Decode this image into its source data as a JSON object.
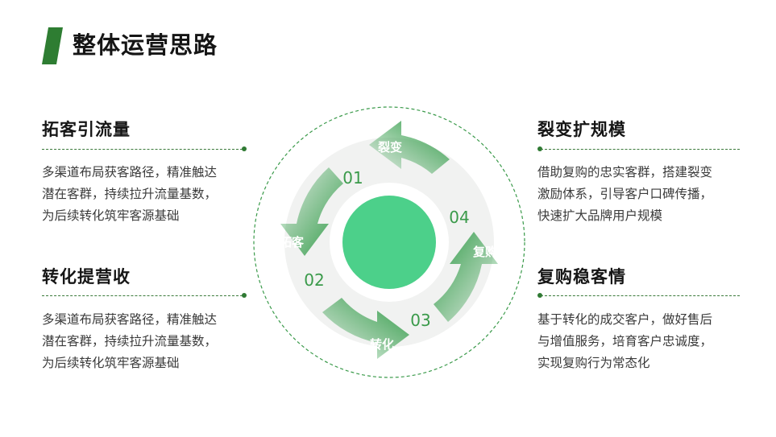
{
  "page": {
    "title": "整体运营思路",
    "accent_color": "#2e7d32",
    "light_accent_color": "#4cd08a"
  },
  "sections": {
    "acquire": {
      "heading": "拓客引流量",
      "lines": [
        "多渠道布局获客路径，精准触达",
        "潜在客群，持续拉升流量基数，",
        "为后续转化筑牢客源基础"
      ]
    },
    "convert": {
      "heading": "转化提营收",
      "lines": [
        "多渠道布局获客路径，精准触达",
        "潜在客群，持续拉升流量基数，",
        "为后续转化筑牢客源基础"
      ]
    },
    "fission": {
      "heading": "裂变扩规模",
      "lines": [
        "借助复购的忠实客群，搭建裂变",
        "激励体系，引导客户口碑传播，",
        "快速扩大品牌用户规模"
      ]
    },
    "repurchase": {
      "heading": "复购稳客情",
      "lines": [
        "基于转化的成交客户，做好售后",
        "与增值服务，培育客户忠诚度，",
        "实现复购行为常态化"
      ]
    }
  },
  "cycle": {
    "steps": [
      {
        "number": "01",
        "label": "裂变"
      },
      {
        "number": "02",
        "label": "拓客"
      },
      {
        "number": "03",
        "label": "转化"
      },
      {
        "number": "04",
        "label": "复购"
      }
    ]
  }
}
